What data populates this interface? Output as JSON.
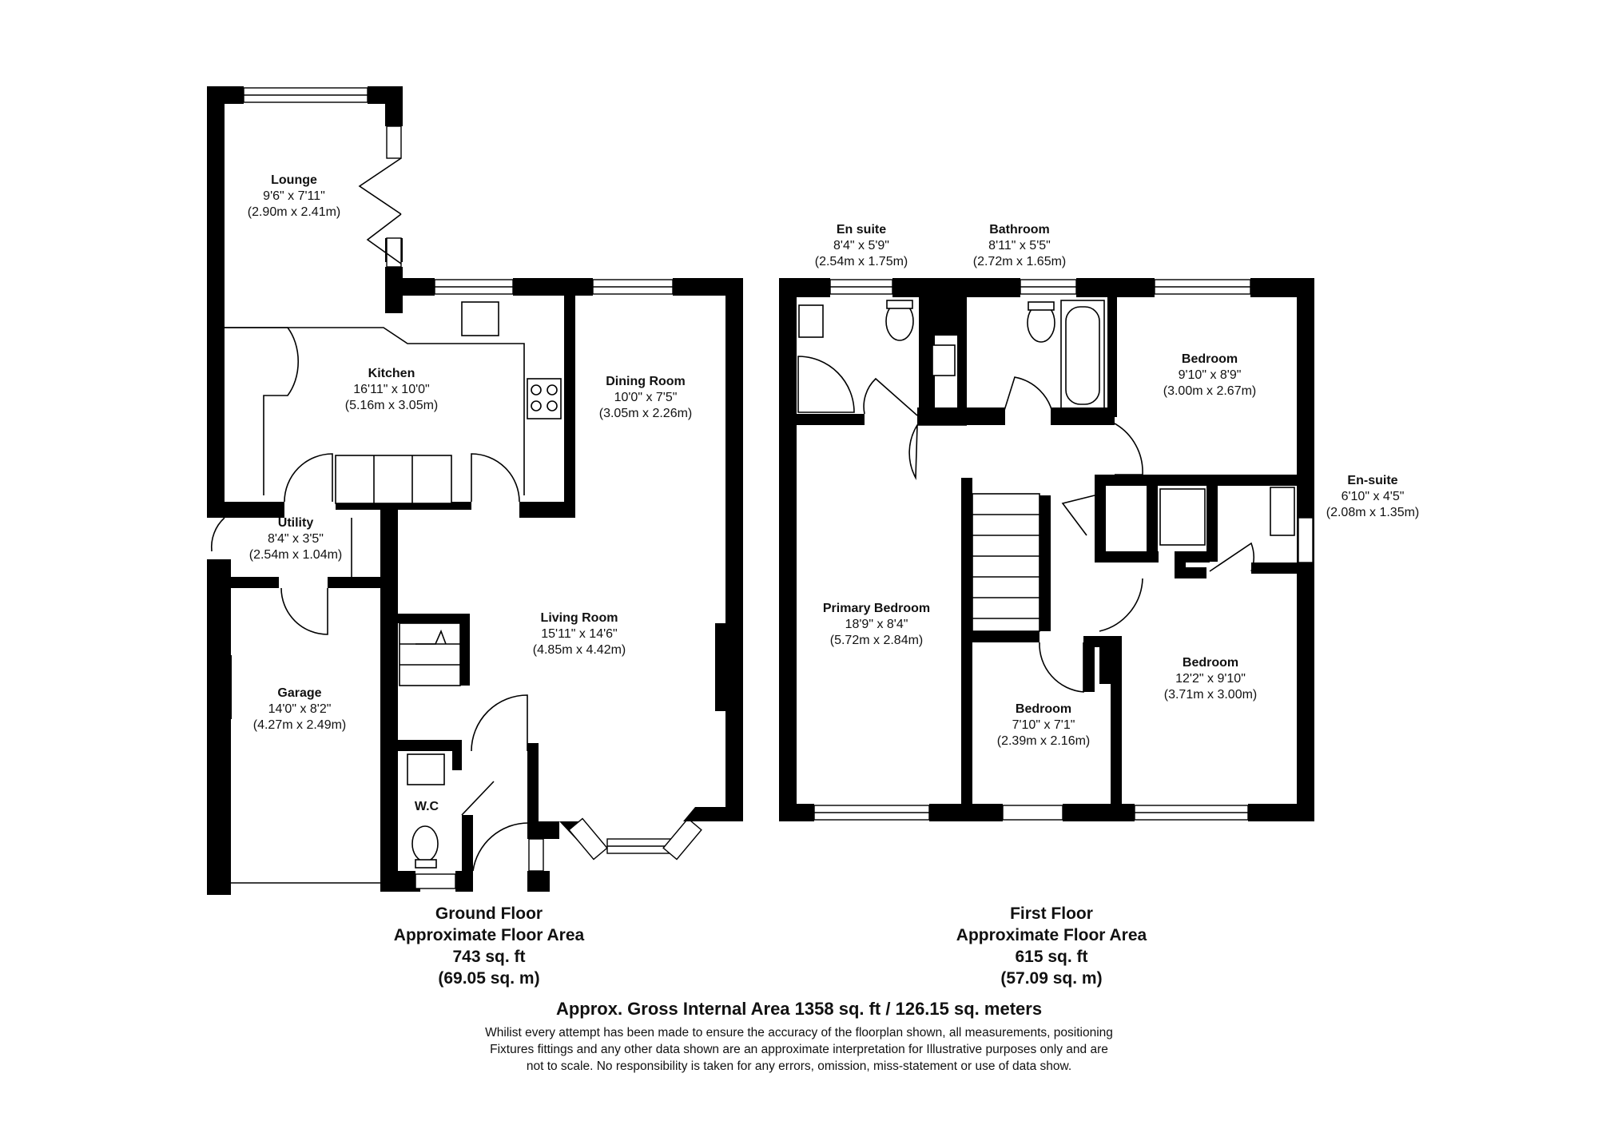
{
  "rooms": [
    {
      "id": "lounge",
      "name": "Lounge",
      "imperial": "9'6\" x 7'11\"",
      "metric": "(2.90m x 2.41m)"
    },
    {
      "id": "kitchen",
      "name": "Kitchen",
      "imperial": "16'11\" x 10'0\"",
      "metric": "(5.16m x 3.05m)"
    },
    {
      "id": "dining",
      "name": "Dining Room",
      "imperial": "10'0\" x 7'5\"",
      "metric": "(3.05m x 2.26m)"
    },
    {
      "id": "utility",
      "name": "Utility",
      "imperial": "8'4\" x 3'5\"",
      "metric": "(2.54m x 1.04m)"
    },
    {
      "id": "living",
      "name": "Living Room",
      "imperial": "15'11\" x 14'6\"",
      "metric": "(4.85m x 4.42m)"
    },
    {
      "id": "garage",
      "name": "Garage",
      "imperial": "14'0\" x 8'2\"",
      "metric": "(4.27m x 2.49m)"
    },
    {
      "id": "wc",
      "name": "W.C",
      "imperial": "",
      "metric": ""
    },
    {
      "id": "ensuite1",
      "name": "En suite",
      "imperial": "8'4\" x 5'9\"",
      "metric": "(2.54m x 1.75m)"
    },
    {
      "id": "bathroom",
      "name": "Bathroom",
      "imperial": "8'11\" x 5'5\"",
      "metric": "(2.72m x 1.65m)"
    },
    {
      "id": "bedroom_ne",
      "name": "Bedroom",
      "imperial": "9'10\" x 8'9\"",
      "metric": "(3.00m x 2.67m)"
    },
    {
      "id": "ensuite2",
      "name": "En-suite",
      "imperial": "6'10\" x 4'5\"",
      "metric": "(2.08m x 1.35m)"
    },
    {
      "id": "primary",
      "name": "Primary Bedroom",
      "imperial": "18'9\" x 8'4\"",
      "metric": "(5.72m x 2.84m)"
    },
    {
      "id": "bedroom_se",
      "name": "Bedroom",
      "imperial": "12'2\" x 9'10\"",
      "metric": "(3.71m x 3.00m)"
    },
    {
      "id": "bedroom_s",
      "name": "Bedroom",
      "imperial": "7'10\" x 7'1\"",
      "metric": "(2.39m x 2.16m)"
    }
  ],
  "floors": {
    "ground": {
      "title": "Ground Floor",
      "subtitle": "Approximate Floor Area",
      "sqft": "743 sq. ft",
      "sqm": "(69.05 sq. m)"
    },
    "first": {
      "title": "First Floor",
      "subtitle": "Approximate Floor Area",
      "sqft": "615 sq. ft",
      "sqm": "(57.09 sq. m)"
    }
  },
  "gross_area": "Approx. Gross Internal Area 1358 sq. ft / 126.15 sq. meters",
  "disclaimer": {
    "line1": "Whilist every attempt has been made to ensure the accuracy of the floorplan shown, all measurements, positioning",
    "line2": "Fixtures fittings and any other data shown are an approximate interpretation for Illustrative purposes only  and are",
    "line3": "not to scale. No responsibility is taken for any errors, omission, miss-statement or use of data show."
  },
  "colors": {
    "wall": "#000000",
    "background": "#ffffff"
  }
}
